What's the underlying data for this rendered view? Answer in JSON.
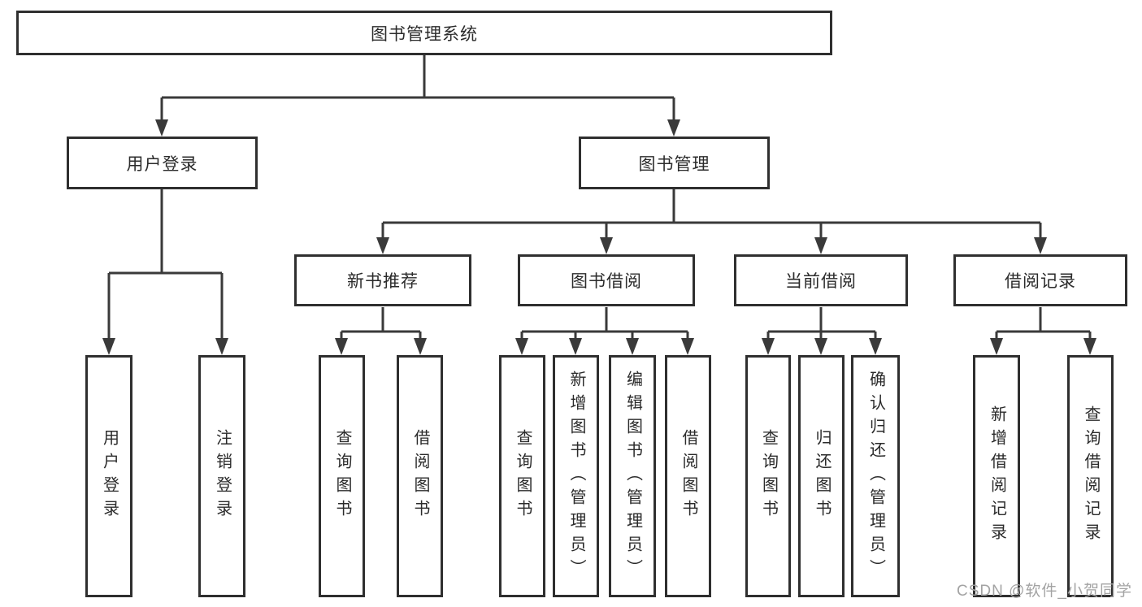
{
  "diagram": {
    "root_label": "图书管理系统",
    "level2": [
      {
        "label": "用户登录"
      },
      {
        "label": "图书管理"
      }
    ],
    "level3": [
      {
        "label": "新书推荐"
      },
      {
        "label": "图书借阅"
      },
      {
        "label": "当前借阅"
      },
      {
        "label": "借阅记录"
      }
    ],
    "leaves": {
      "login": [
        "用户登录",
        "注销登录"
      ],
      "newbook": [
        "查询图书",
        "借阅图书"
      ],
      "borrow": [
        "查询图书",
        "新增图书（管理员）",
        "编辑图书（管理员）",
        "借阅图书"
      ],
      "current": [
        "查询图书",
        "归还图书",
        "确认归还（管理员）"
      ],
      "records": [
        "新增借阅记录",
        "查询借阅记录"
      ]
    },
    "colors": {
      "line": "#3a3a3a",
      "border": "#2f2f2f",
      "text": "#2b2b2b",
      "watermark": "#a3a3a3",
      "background": "#ffffff"
    }
  },
  "watermark": "CSDN @软件_小贺同学"
}
